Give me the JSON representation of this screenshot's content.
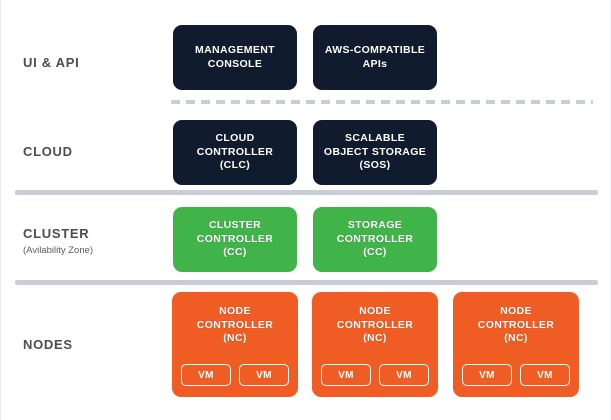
{
  "colors": {
    "background": "#ffffff",
    "dark_box": "#101c2e",
    "green_box": "#41b449",
    "orange_box": "#ef5c24",
    "divider": "#c9ced6",
    "label_text": "#4a4d52",
    "box_text": "#ffffff"
  },
  "rows": [
    {
      "id": "ui-api",
      "label": "UI & API",
      "sublabel": "",
      "boxes": [
        {
          "id": "management-console",
          "text": "MANAGEMENT\nCONSOLE",
          "color": "dark"
        },
        {
          "id": "aws-compatible-apis",
          "text": "AWS-COMPATIBLE\nAPIs",
          "color": "dark"
        }
      ]
    },
    {
      "id": "cloud",
      "label": "CLOUD",
      "sublabel": "",
      "boxes": [
        {
          "id": "cloud-controller",
          "text": "CLOUD\nCONTROLLER\n(CLC)",
          "color": "dark"
        },
        {
          "id": "scalable-object-storage",
          "text": "SCALABLE\nOBJECT STORAGE\n(SOS)",
          "color": "dark"
        }
      ]
    },
    {
      "id": "cluster",
      "label": "CLUSTER",
      "sublabel": "(Avilability Zone)",
      "boxes": [
        {
          "id": "cluster-controller",
          "text": "CLUSTER\nCONTROLLER\n(CC)",
          "color": "green"
        },
        {
          "id": "storage-controller",
          "text": "STORAGE\nCONTROLLER\n(CC)",
          "color": "green"
        }
      ]
    },
    {
      "id": "nodes",
      "label": "NODES",
      "sublabel": "",
      "boxes": [
        {
          "id": "node-controller-1",
          "text": "NODE\nCONTROLLER\n(NC)",
          "color": "orange",
          "vms": [
            "VM",
            "VM"
          ]
        },
        {
          "id": "node-controller-2",
          "text": "NODE\nCONTROLLER\n(NC)",
          "color": "orange",
          "vms": [
            "VM",
            "VM"
          ]
        },
        {
          "id": "node-controller-3",
          "text": "NODE\nCONTROLLER\n(NC)",
          "color": "orange",
          "vms": [
            "VM",
            "VM"
          ]
        }
      ]
    }
  ]
}
